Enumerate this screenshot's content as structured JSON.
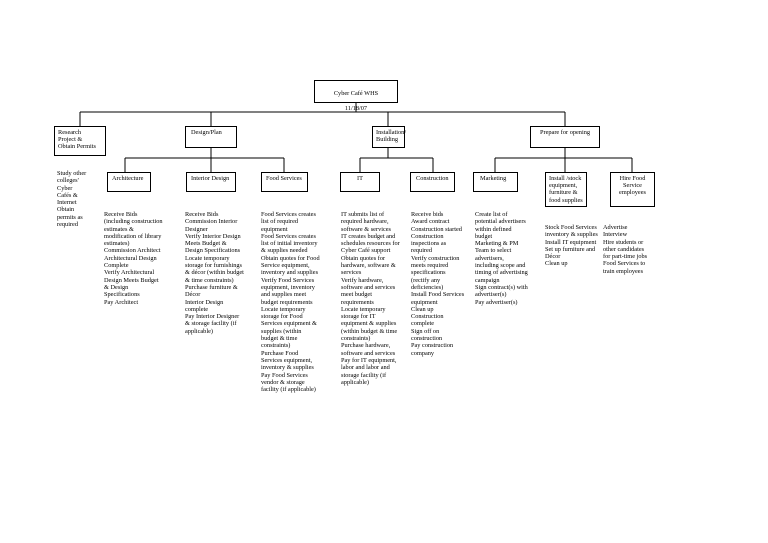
{
  "root": {
    "title": "Cyber Café WHS",
    "date": "11/18/07"
  },
  "phases": [
    {
      "label": "Research\nProject &\nObtain Permits",
      "notes": "Study other\ncolleges'\nCyber\nCafés &\nInternet\nObtain\npermits as\nrequired"
    },
    {
      "label": "Design/Plan"
    },
    {
      "label": "Installation/\nBuilding"
    },
    {
      "label": "Prepare for opening"
    }
  ],
  "subgroups": [
    {
      "label": "Architecture",
      "tasks": "Receive Bids\n(including construction\nestimates &\nmodification of library\nestimates)\nCommission Architect\nArchitectural Design\nComplete\nVerify Architectural\nDesign Meets Budget\n& Design\nSpecifications\nPay Architect"
    },
    {
      "label": "Interior Design",
      "tasks": "Receive Bids\nCommission Interior\nDesigner\nVerify Interior Design\nMeets Budget &\nDesign Specifications\nLocate temporary\nstorage for furnishings\n& décor (within budget\n& time constraints)\nPurchase furniture &\nDécor\nInterior Design\ncomplete\nPay Interior Designer\n& storage facility (if\napplicable)"
    },
    {
      "label": "Food Services",
      "tasks": "Food Services creates\nlist of required\nequipment\nFood Services creates\nlist of initial inventory\n& supplies needed\nObtain quotes for Food\nService  equipment,\ninventory and supplies\nVerify Food Services\nequipment, inventory\nand supplies meet\nbudget requirements\nLocate temporary\nstorage for Food\nServices equipment &\nsupplies  (within\nbudget & time\nconstraints)\nPurchase Food\nServices equipment,\ninventory & supplies\nPay Food Services\nvendor & storage\nfacility (if applicable)"
    },
    {
      "label": "IT",
      "tasks": "IT submits list of\nrequired hardware,\nsoftware & services\nIT creates budget and\nschedules resources for\nCyber Café support\nObtain quotes for\nhardware, software &\nservices\nVerify hardware,\nsoftware and services\nmeet budget\nrequirements\nLocate temporary\nstorage for IT\nequipment & supplies\n(within budget & time\nconstraints)\nPurchase hardware,\nsoftware and services\nPay for IT equipment,\nlabor and labor and\nstorage facility (if\napplicable)"
    },
    {
      "label": "Construction",
      "tasks": "Receive bids\nAward contract\nConstruction started\nConstruction\ninspections as\nrequired\nVerify construction\nmeets required\nspecifications\n(rectify any\ndeficiencies)\nInstall Food Services\nequipment\nClean up\nConstruction\ncomplete\nSign off on\nconstruction\nPay construction\ncompany"
    },
    {
      "label": "Marketing",
      "tasks": "Create list of\npotential advertisers\nwithin defined\nbudget\nMarketing & PM\nTeam to select\nadvertisers,\nincluding scope and\ntiming of advertising\ncampaign\nSign contract(s) with\nadvertiser(s)\nPay advertiser(s)"
    },
    {
      "label": "Install /stock\nequipment,\nfurniture &\nfood supplies",
      "tasks": "Stock Food Services\ninventory & supplies\nInstall IT equipment\nSet up furniture and\nDécor\nClean up"
    },
    {
      "label": "Hire Food\nService\nemployees",
      "tasks": "Advertise\nInterview\nHire students or\nother candidates\nfor part-time jobs\nFood Services to\ntrain employees"
    }
  ]
}
